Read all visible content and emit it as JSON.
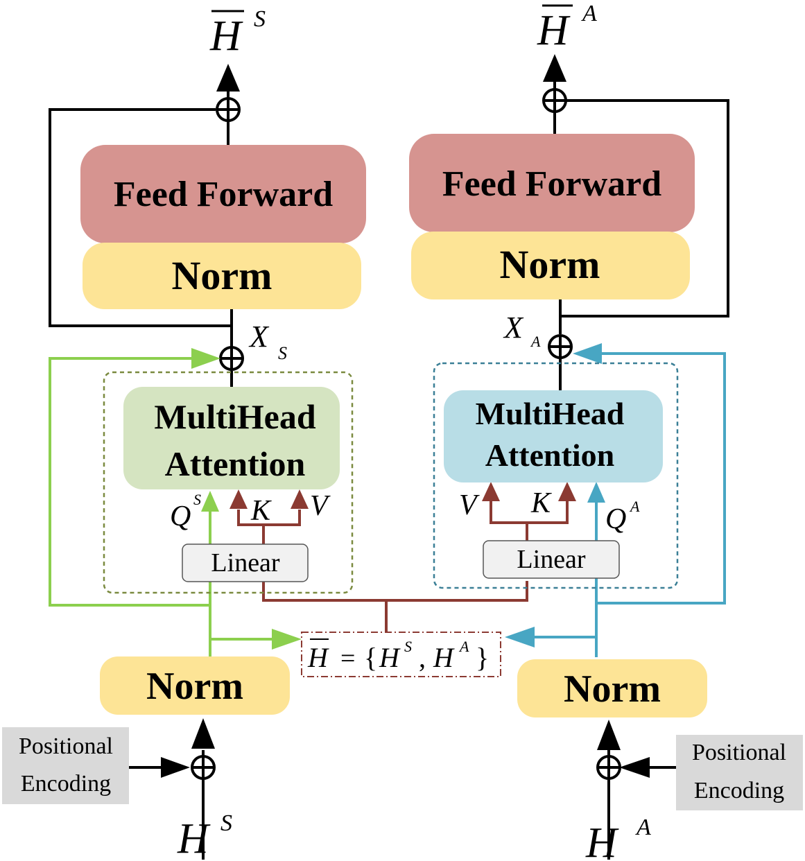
{
  "colors": {
    "feed_forward_fill": "#d69490",
    "norm_fill": "#fde496",
    "attention_left_fill": "#d5e4c1",
    "attention_right_fill": "#b8dde6",
    "linear_fill": "#f1f1f1",
    "positional_fill": "#d9d9d9",
    "black_line": "#000000",
    "green_line": "#8ccf4e",
    "blue_line": "#48a6c3",
    "brown_line": "#8b3a32",
    "left_dashed_border": "#7a8a3f",
    "right_dashed_border": "#3a7f96",
    "concat_border": "#8b3a32"
  },
  "left": {
    "output": {
      "base": "H",
      "sup": "S"
    },
    "feed_forward": "Feed Forward",
    "norm_top": "Norm",
    "residual": {
      "base": "X",
      "sub": "S"
    },
    "attention": {
      "line1": "MultiHead",
      "line2": "Attention"
    },
    "q": {
      "base": "Q",
      "sup": "S"
    },
    "k": "K",
    "v": "V",
    "linear": "Linear",
    "norm_bottom": "Norm",
    "positional": {
      "line1": "Positional",
      "line2": "Encoding"
    },
    "input": {
      "base": "H",
      "sup": "S"
    }
  },
  "right": {
    "output": {
      "base": "H",
      "sup": "A"
    },
    "feed_forward": "Feed Forward",
    "norm_top": "Norm",
    "residual": {
      "base": "X",
      "sub": "A"
    },
    "attention": {
      "line1": "MultiHead",
      "line2": "Attention"
    },
    "q": {
      "base": "Q",
      "sup": "A"
    },
    "k": "K",
    "v": "V",
    "linear": "Linear",
    "norm_bottom": "Norm",
    "positional": {
      "line1": "Positional",
      "line2": "Encoding"
    },
    "input": {
      "base": "H",
      "sup": "A"
    }
  },
  "concat": {
    "lhs": "H",
    "eq": "=",
    "open": "{",
    "h1": "H",
    "h1_sup": "S",
    "comma": ",",
    "h2": "H",
    "h2_sup": "A",
    "close": "}"
  }
}
